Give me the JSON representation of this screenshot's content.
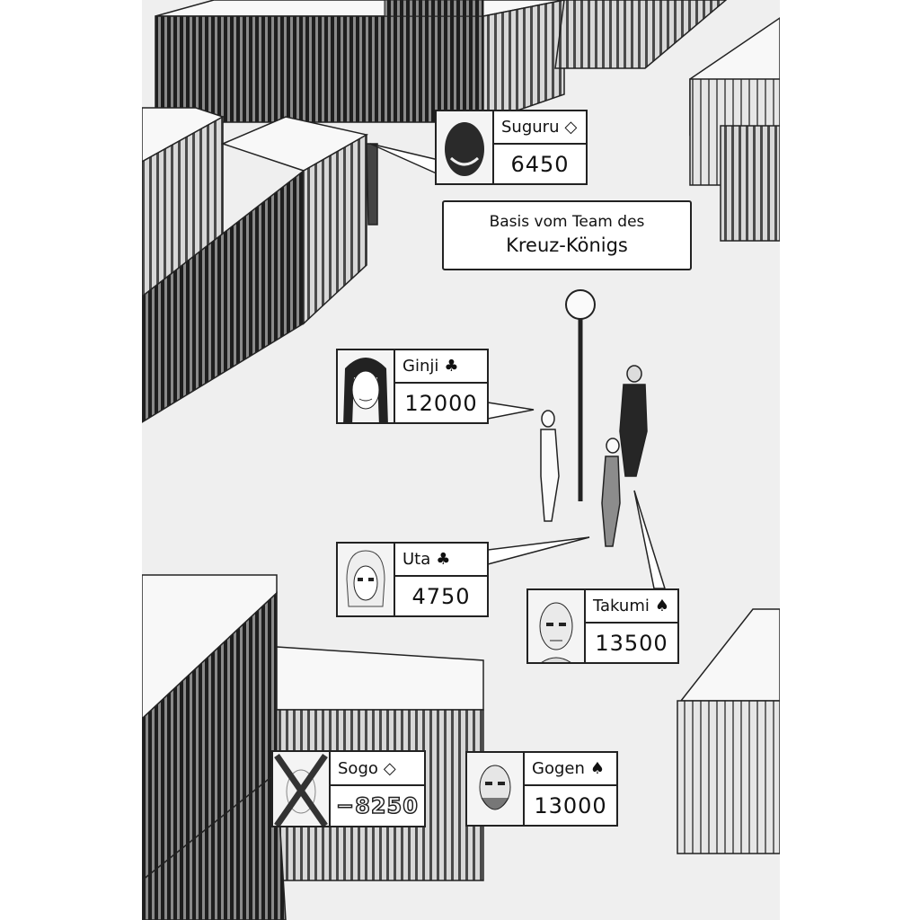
{
  "label": {
    "line1": "Basis vom Team des",
    "line2": "Kreuz-Königs"
  },
  "players": [
    {
      "name": "Suguru",
      "suit": "◇",
      "score": "6450"
    },
    {
      "name": "Ginji",
      "suit": "♣",
      "score": "12000"
    },
    {
      "name": "Uta",
      "suit": "♣",
      "score": "4750"
    },
    {
      "name": "Takumi",
      "suit": "♠",
      "score": "13500"
    },
    {
      "name": "Sogo",
      "suit": "◇",
      "score": "−8250",
      "eliminated": true
    },
    {
      "name": "Gogen",
      "suit": "♠",
      "score": "13000"
    }
  ],
  "colors": {
    "ink": "#222222",
    "ground": "#efefef",
    "container_dark": "#3a3a3a",
    "container_top": "#f7f7f7",
    "cross": "#333333"
  }
}
